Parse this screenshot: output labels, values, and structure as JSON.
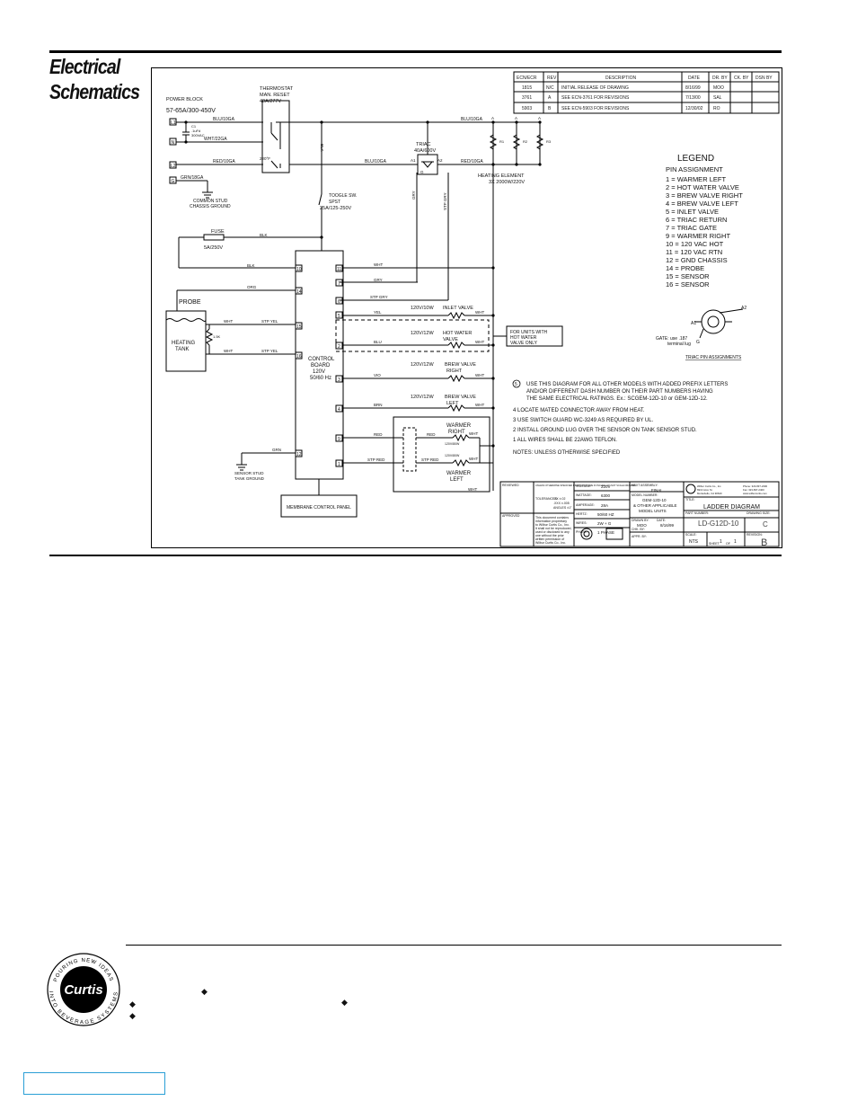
{
  "page": {
    "title_line1": "Electrical",
    "title_line2": "Schematics"
  },
  "revisions": {
    "headers": [
      "ECN/ECR",
      "REV",
      "DESCRIPTION",
      "DATE",
      "DR. BY",
      "CK. BY",
      "DSN BY"
    ],
    "rows": [
      [
        "1815",
        "N/C",
        "INITIAL RELEASE OF DRAWING",
        "8/16/99",
        "MOO",
        "",
        ""
      ],
      [
        "3761",
        "A",
        "SEE ECN-3761 FOR REVISIONS",
        "7/13/00",
        "SAL",
        "",
        ""
      ],
      [
        "5903",
        "B",
        "SEE ECN-5903 FOR REVISIONS",
        "12/30/02",
        "RO",
        "",
        ""
      ]
    ]
  },
  "power": {
    "block_label": "POWER BLOCK",
    "block_rating": "57-65A/300-450V",
    "l1": "L1",
    "n": "N",
    "l2": "L2",
    "g": "G",
    "c1": "C1",
    "c1a": ".1uFd",
    "c1b": "300VAC",
    "blu": "BLU/10GA",
    "wht22": "WHT/22GA",
    "red": "RED/10GA",
    "grn": "GRN/18GA",
    "common_ground_1": "COMMON STUD",
    "common_ground_2": "CHASSIS GROUND"
  },
  "thermostat": {
    "line1": "THERMOSTAT",
    "line2": "MAN. RESET",
    "line3": "40A/277V",
    "temp": "220°F",
    "blk": "BLK"
  },
  "triac": {
    "line1": "TRIAC",
    "line2": "40A/600V",
    "a1": "A1",
    "a2": "A2",
    "g": "G",
    "blu": "BLU/10GA",
    "red": "RED/10GA",
    "gry": "GRY",
    "stp_gry": "STP GRY"
  },
  "heating": {
    "line1": "HEATING ELEMENT",
    "line2": "3X 2000W/220V",
    "blk": "BLK",
    "a": "A",
    "r1": "R1",
    "r2": "R2",
    "r3": "R3"
  },
  "toggle": {
    "line1": "TOOGLE SW.",
    "line2": "SPST",
    "line3": "25A/125-250V"
  },
  "fuse": {
    "label": "FUSE",
    "rating": "5A/250V",
    "blk": "BLK"
  },
  "probe": {
    "label": "PROBE",
    "tank1": "HEATING",
    "tank2": "TANK",
    "res": "1.5K",
    "org": "ORG",
    "wht": "WHT",
    "stp_yel": "STP YEL"
  },
  "control": {
    "line1": "CONTROL",
    "line2": "BOARD",
    "line3": "120V",
    "line4": "50/60 Hz",
    "membrane": "MEMBRANE CONTROL PANEL",
    "sensor_ground_1": "SENSOR STUD",
    "sensor_ground_2": "TANK GROUND",
    "grn": "GRN"
  },
  "pins": {
    "p10": "10",
    "p11": "11",
    "p14": "14",
    "p7": "7",
    "p6": "6",
    "p5": "5",
    "p15": "15",
    "p2": "2",
    "p16": "16",
    "p3": "3",
    "p4": "4",
    "p9": "9",
    "p1": "1",
    "p12": "12"
  },
  "wires": {
    "wht": "WHT",
    "gry": "GRY",
    "stp_gry": "STP GRY",
    "yel": "YEL",
    "blu": "BLU",
    "vio": "VIO",
    "brn": "BRN",
    "red": "RED",
    "stp_red": "STP RED",
    "blk": "BLK"
  },
  "loads": {
    "inlet": "120V/10W",
    "inlet_name": "INLET VALVE",
    "hot": "120V/12W",
    "hot_name1": "HOT WATER",
    "hot_name2": "VALVE",
    "brew_r": "120V/12W",
    "brew_r_name1": "BREW VALVE",
    "brew_r_name2": "RIGHT",
    "brew_l": "120V/12W",
    "brew_l_name1": "BREW VALVE",
    "brew_l_name2": "LEFT",
    "note_hot1": "FOR UNITS WITH",
    "note_hot2": "HOT WATER",
    "note_hot3": "VALVE ONLY",
    "warmer_r1": "WARMER",
    "warmer_r2": "RIGHT",
    "warmer_l1": "WARMER",
    "warmer_l2": "LEFT",
    "w_rating": "120V/80W"
  },
  "legend": {
    "title": "LEGEND",
    "subtitle": "PIN ASSIGNMENT",
    "items": [
      "1   =  WARMER  LEFT",
      "2   =  HOT  WATER  VALVE",
      "3   =  BREW  VALVE  RIGHT",
      "4   =  BREW  VALVE  LEFT",
      "5   =  INLET  VALVE",
      "6   =  TRIAC  RETURN",
      "7   =  TRIAC  GATE",
      "9   =  WARMER  RIGHT",
      "10  =  120  VAC  HOT",
      "11  =  120  VAC  RTN",
      "12  =  GND  CHASSIS",
      "14  =  PROBE",
      "15  =  SENSOR",
      "16  =  SENSOR"
    ],
    "triac_a1": "A1",
    "triac_a2": "A2",
    "triac_g": "G",
    "triac_gate1": "GATE: use .187",
    "triac_gate2": "terminal lug",
    "triac_title": "TRIAC PIN ASSIGNMENTS"
  },
  "notes": {
    "items": [
      "USE THIS DIAGRAM FOR ALL OTHER MODELS WITH ADDED PREFIX LETTERS",
      "AND/OR DIFFERENT DASH NUMBER ON THEIR PART NUMBERS HAVING",
      "THE SAME ELECTRICAL RATINGS. Ex.: SCGEM-12D-10 or GEM-12D-12.",
      "4   LOCATE MATED CONNECTOR AWAY FROM HEAT.",
      "3   USE SWITCH GUARD WC-3249 AS REQUIRED BY UL.",
      "2   INSTALL GROUND LUG OVER THE SENSOR ON TANK SENSOR STUD.",
      "1   ALL WIRES SHALL BE 22AWG TEFLON.",
      "NOTES: UNLESS OTHERWISE SPECIFIED"
    ],
    "circ": "5"
  },
  "titleblock": {
    "voltage_l": "VOLTAGE:",
    "voltage": "220V",
    "wattage_l": "WATTAGE:",
    "wattage": "6300",
    "amps_l": "AMPERAGE:",
    "amps": "28A",
    "hertz_l": "HERTZ:",
    "hertz": "50/60 HZ",
    "wires_l": "WIRES:",
    "wires": "2W + G",
    "phase_l": "PHASE:",
    "phase": "1 PHASE",
    "next_l": "NEXT ASSEMBLY:",
    "next": "FINAL",
    "model_l": "MODEL NUMBER:",
    "model1": "GEM-12D-10",
    "model2": "& OTHER APPLICABLE",
    "model3": "MODEL UNITS",
    "drawn_l": "DRAWN BY:",
    "drawn": "MOO",
    "date_l": "DATE:",
    "date": "8/16/99",
    "title_l": "TITLE:",
    "title": "LADDER  DIAGRAM",
    "part_l": "PART NUMBER:",
    "part": "LD-G12D-10",
    "size_l": "DRAWING SIZE:",
    "size": "C",
    "scale_l": "SCALE:",
    "scale": "NTS",
    "sheet_l": "SHEET",
    "sheet": "1",
    "of": "OF",
    "sheets": "1",
    "rev_l": "REVISION:",
    "rev": "B",
    "checked_l": "CHK. BY:",
    "approved_l": "APPR. BY:",
    "company1": "Wilbur Curtis Co., Inc.",
    "company2": "6913 Acco St.",
    "company3": "Montebello, CA 90640",
    "phone1": "Phone: 323-837-2300",
    "phone2": "Fax: 323-837-2400",
    "phone3": "www.wilburcurtis.com",
    "tol_l": "UNLESS OTHERWISE SPECIFIED DIMENSIONS ARE IN INCHES. DO NOT SCALE DRAWING.",
    "tol1": "TOLERANCES:",
    "tol2": ".XX ±.02",
    "tol3": ".XXX ±.005",
    "tol4": "ANGLES ±1°",
    "reviewed_l": "REVIEWED",
    "approved2_l": "APPROVED",
    "prop1": "This document contains",
    "prop2": "information proprietary",
    "prop3": "to Wilbur Curtis Co., Inc.",
    "prop4": "It shall not be reproduced,",
    "prop5": "used or disclosed to any",
    "prop6": "one without the prior",
    "prop7": "written permission of",
    "prop8": "Wilbur Curtis Co., Inc."
  },
  "logo": {
    "name": "Curtis",
    "ring_top": "POURING NEW IDEAS",
    "ring_bottom": "INTO BEVERAGE SYSTEMS"
  }
}
